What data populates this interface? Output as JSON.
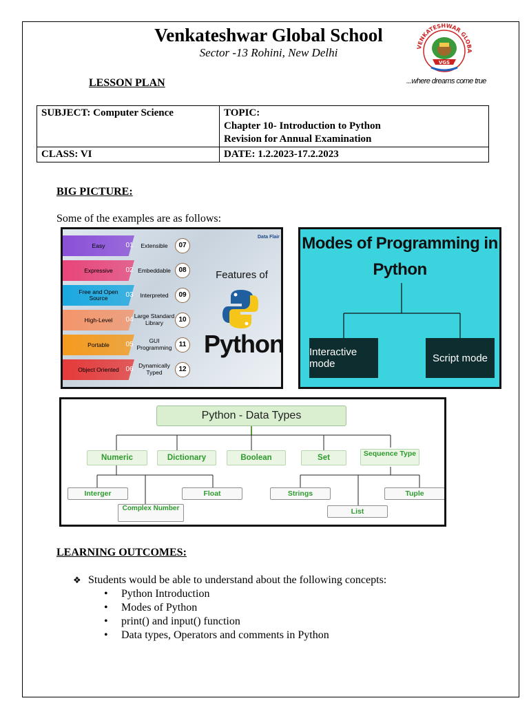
{
  "header": {
    "school_name": "Venkateshwar Global School",
    "address": "Sector -13 Rohini, New Delhi",
    "tagline": "...where dreams come true",
    "logo": {
      "ring_text": "VENKATESHWAR GLOBAL SCHOOL",
      "badge": "VGS"
    }
  },
  "lesson_plan_title": "LESSON PLAN",
  "info_table": {
    "subject": "SUBJECT: Computer Science",
    "topic_label": "TOPIC:",
    "topic_line1": "Chapter 10- Introduction to Python",
    "topic_line2": "Revision for Annual Examination",
    "class": "CLASS: VI",
    "date": "DATE: 1.2.2023-17.2.2023"
  },
  "big_picture": {
    "heading": "BIG PICTURE:",
    "intro": "Some of the examples are as follows:"
  },
  "features_image": {
    "brand": "Data Flair",
    "title": "Features of",
    "logo_text": "Python",
    "left": [
      {
        "label": "Easy",
        "num": "01",
        "color": "#8a4fd8"
      },
      {
        "label": "Expressive",
        "num": "02",
        "color": "#e8457a"
      },
      {
        "label": "Free and Open Source",
        "num": "03",
        "color": "#1aa8e0"
      },
      {
        "label": "High-Level",
        "num": "04",
        "color": "#f4956a"
      },
      {
        "label": "Portable",
        "num": "05",
        "color": "#f59a1d"
      },
      {
        "label": "Object Oriented",
        "num": "06",
        "color": "#e53a3a"
      }
    ],
    "right": [
      {
        "label": "Extensible",
        "num": "07"
      },
      {
        "label": "Embeddable",
        "num": "08"
      },
      {
        "label": "Interpreted",
        "num": "09"
      },
      {
        "label": "Large Standard Library",
        "num": "10"
      },
      {
        "label": "GUI Programming",
        "num": "11"
      },
      {
        "label": "Dynamically Typed",
        "num": "12"
      }
    ]
  },
  "modes_image": {
    "title_line1": "Modes of Programming in",
    "title_line2": "Python",
    "left_box": "Interactive mode",
    "right_box": "Script mode"
  },
  "datatypes_image": {
    "title": "Python - Data Types",
    "categories": [
      "Numeric",
      "Dictionary",
      "Boolean",
      "Set",
      "Sequence Type"
    ],
    "numeric_children": [
      "Interger",
      "Complex Number",
      "Float"
    ],
    "sequence_children": [
      "Strings",
      "List",
      "Tuple"
    ]
  },
  "learning_outcomes": {
    "heading": "LEARNING OUTCOMES:",
    "lead_symbol": "❖",
    "lead": "Students would be able to understand about the following concepts:",
    "items": [
      "Python Introduction",
      "Modes of Python",
      "print() and input() function",
      "Data types, Operators and comments in Python"
    ]
  }
}
